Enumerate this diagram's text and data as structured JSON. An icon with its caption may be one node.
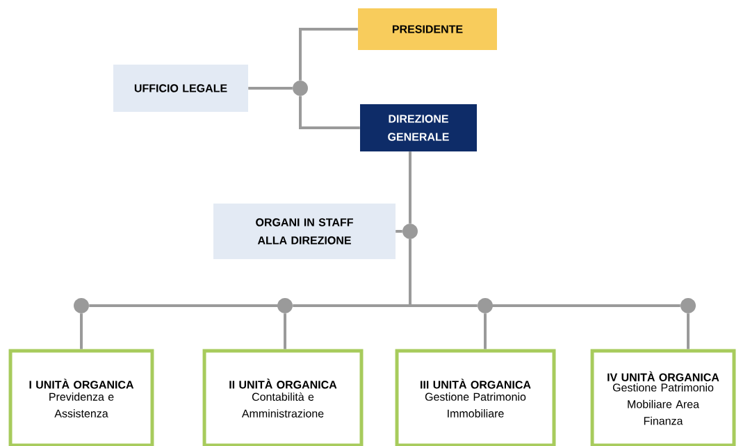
{
  "diagram": {
    "nodes": [
      {
        "text": [
          "PRESIDENTE"
        ]
      },
      {
        "text": [
          "UFFICIO LEGALE"
        ]
      },
      {
        "text": [],
        "shape": "circle"
      },
      {
        "text": [
          "DIREZIONE GENERALE"
        ]
      },
      {
        "text": [
          "ORGANI IN STAFF ALLA DIREZIONE"
        ]
      },
      {
        "text": [],
        "shape": "circle"
      },
      {
        "text": [],
        "shape": "circle"
      },
      {
        "text": [],
        "shape": "circle"
      },
      {
        "text": [],
        "shape": "circle"
      },
      {
        "text": [],
        "shape": "circle"
      },
      {
        "text": [
          "I UNITÀ ORGANICA",
          "Previdenza e Assistenza"
        ]
      },
      {
        "text": [
          "II UNITÀ ORGANICA",
          "Contabilità e Amministrazione"
        ]
      },
      {
        "text": [
          "III UNITÀ ORGANICA",
          "Gestione Patrimonio Immobiliare"
        ]
      },
      {
        "text": [
          "IV UNITÀ ORGANICA",
          "Gestione Patrimonio Mobiliare Area Finanza"
        ]
      }
    ],
    "edges": [
      {
        "from": 1,
        "to": 2,
        "arrow": "none"
      },
      {
        "from": 2,
        "to": 0,
        "arrow": "none"
      },
      {
        "from": 2,
        "to": 3,
        "arrow": "none"
      },
      {
        "from": 3,
        "to": 5,
        "arrow": "none"
      },
      {
        "from": 4,
        "to": 5,
        "arrow": "none"
      },
      {
        "from": 5,
        "to": 7,
        "arrow": "none"
      },
      {
        "from": 5,
        "to": 8,
        "arrow": "none"
      },
      {
        "from": 7,
        "to": 6,
        "arrow": "none"
      },
      {
        "from": 8,
        "to": 9,
        "arrow": "none"
      },
      {
        "from": 6,
        "to": 10,
        "arrow": "none"
      },
      {
        "from": 7,
        "to": 11,
        "arrow": "none"
      },
      {
        "from": 8,
        "to": 12,
        "arrow": "none"
      },
      {
        "from": 9,
        "to": 13,
        "arrow": "none"
      }
    ]
  }
}
